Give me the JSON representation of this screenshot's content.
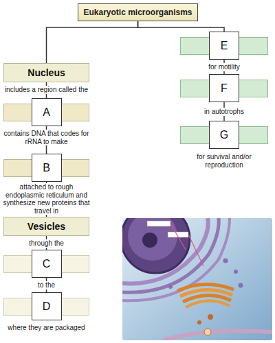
{
  "diagram": {
    "nodes": [
      {
        "text": [
          "Eukaryotic microorganisms"
        ]
      },
      {
        "text": [
          "Nucleus"
        ]
      },
      {
        "text": [
          "A"
        ]
      },
      {
        "text": [
          "B"
        ]
      },
      {
        "text": [
          "Vesicles"
        ]
      },
      {
        "text": [
          "C"
        ]
      },
      {
        "text": [
          "D"
        ]
      },
      {
        "text": [
          "E"
        ]
      },
      {
        "text": [
          "F"
        ]
      },
      {
        "text": [
          "G"
        ]
      }
    ],
    "edges": [
      {
        "from": 0,
        "to": 1,
        "arrow": "none"
      },
      {
        "from": 0,
        "to": 7,
        "arrow": "none"
      },
      {
        "from": 1,
        "to": 2,
        "label": "includes a region called the",
        "arrow": "none"
      },
      {
        "from": 2,
        "to": 3,
        "label": "contains DNA that codes for rRNA to make",
        "arrow": "none"
      },
      {
        "from": 3,
        "to": 4,
        "label": "attached to rough endoplasmic reticulum and synthesize new proteins that travel in",
        "arrow": "none"
      },
      {
        "from": 4,
        "to": 5,
        "label": "through the",
        "arrow": "none"
      },
      {
        "from": 5,
        "to": 6,
        "label": "to the",
        "arrow": "none"
      },
      {
        "from": 7,
        "to": 8,
        "label": "for motility",
        "arrow": "none"
      },
      {
        "from": 8,
        "to": 9,
        "label": "in autotrophs",
        "arrow": "none"
      }
    ],
    "labels": [
      "where they are packaged",
      "for survival and/or reproduction"
    ]
  }
}
